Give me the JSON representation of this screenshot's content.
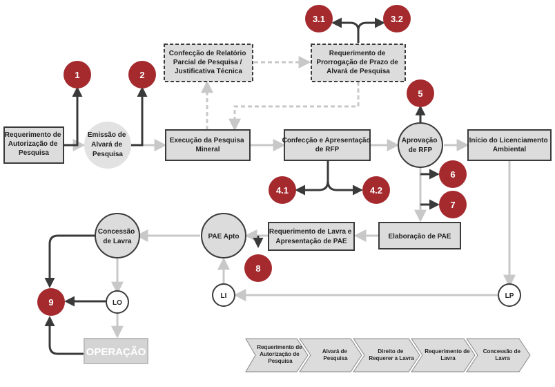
{
  "boxes": {
    "req_autorizacao": [
      "Requerimento de",
      "Autorização de",
      "Pesquisa"
    ],
    "emissao_alvara": [
      "Emissão de",
      "Alvará de",
      "Pesquisa"
    ],
    "confeccao_relatorio": [
      "Confecção de Relatório",
      "Parcial de Pesquisa /",
      "Justificativa Técnica"
    ],
    "req_prorrogacao": [
      "Requerimento de",
      "Prorrogação de Prazo de",
      "Alvará de Pesquisa"
    ],
    "execucao_pesquisa": [
      "Execução da Pesquisa",
      "Mineral"
    ],
    "confeccao_rfp": [
      "Confecção e Apresentação",
      "de RFP"
    ],
    "aprovacao_rfp": [
      "Aprovação",
      "de RFP"
    ],
    "inicio_licenciamento": [
      "Início do Licenciamento",
      "Ambiental"
    ],
    "elaboracao_pae": [
      "Elaboração de PAE"
    ],
    "req_lavra": [
      "Requerimento de Lavra e",
      "Apresentação de PAE"
    ],
    "pae_apto": [
      "PAE Apto"
    ],
    "concessao_lavra": [
      "Concessão",
      "de Lavra"
    ],
    "li": [
      "LI"
    ],
    "lo": [
      "LO"
    ],
    "lp": [
      "LP"
    ],
    "operacao": [
      "OPERAÇÃO"
    ]
  },
  "markers": [
    "1",
    "2",
    "3.1",
    "3.2",
    "4.1",
    "4.2",
    "5",
    "6",
    "7",
    "8",
    "9"
  ],
  "legend": [
    [
      "Requerimento de",
      "Autorização de",
      "Pesquisa"
    ],
    [
      "Alvará de",
      "Pesquisa"
    ],
    [
      "Direito de",
      "Requerer a Lavra"
    ],
    [
      "Requerimento de",
      "Lavra"
    ],
    [
      "Concessão de",
      "Lavra"
    ]
  ],
  "colors": {
    "box_fill": "#dcdcdc",
    "box_stroke": "#3a3a3a",
    "marker_fill": "#a42a2e",
    "arrow_light": "#c8c8c8",
    "arrow_dark": "#3a3a3a",
    "operacao_fill": "#d4d4d4"
  }
}
